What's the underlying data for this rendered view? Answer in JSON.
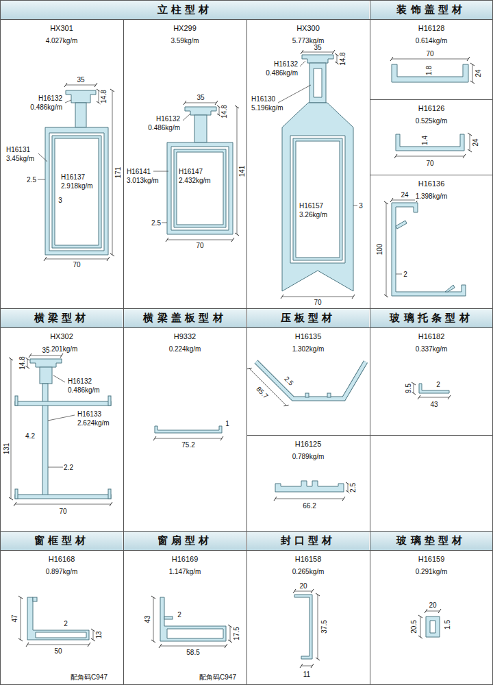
{
  "diagram": {
    "nodes": [
      {
        "text": [
          "立柱型材"
        ]
      },
      {
        "text": [
          "HX301",
          "4.027kg/m"
        ],
        "in": 0
      },
      {
        "text": [
          "HX299",
          "3.59kg/m"
        ],
        "in": 0
      },
      {
        "text": [
          "HX300",
          "5.773kg/m"
        ],
        "in": 0
      },
      {
        "text": [
          "装饰盖型材"
        ]
      },
      {
        "text": [
          "H16128",
          "0.614kg/m"
        ],
        "in": 4
      },
      {
        "text": [
          "H16126",
          "0.525kg/m"
        ],
        "in": 4
      },
      {
        "text": [
          "H16136",
          "1.398kg/m"
        ],
        "in": 4
      },
      {
        "text": [
          "横梁型材"
        ]
      },
      {
        "text": [
          "HX302",
          "3.201kg/m"
        ],
        "in": 8
      },
      {
        "text": [
          "横梁盖板型材"
        ]
      },
      {
        "text": [
          "H9332",
          "0.224kg/m"
        ],
        "in": 10
      },
      {
        "text": [
          "压板型材"
        ]
      },
      {
        "text": [
          "H16135",
          "1.302kg/m"
        ],
        "in": 12
      },
      {
        "text": [
          "H16125",
          "0.789kg/m"
        ],
        "in": 12
      },
      {
        "text": [
          "玻璃托条型材"
        ]
      },
      {
        "text": [
          "H16182",
          "0.337kg/m"
        ],
        "in": 15
      },
      {
        "text": [
          "窗框型材"
        ]
      },
      {
        "text": [
          "H16168",
          "0.897kg/m"
        ],
        "in": 17
      },
      {
        "text": [
          "窗扇型材"
        ]
      },
      {
        "text": [
          "H16169",
          "1.147kg/m"
        ],
        "in": 19
      },
      {
        "text": [
          "封口型材"
        ]
      },
      {
        "text": [
          "H16158",
          "0.265kg/m"
        ],
        "in": 21
      },
      {
        "text": [
          "玻璃垫型材"
        ]
      },
      {
        "text": [
          "H16159",
          "0.291kg/m"
        ],
        "in": 23
      }
    ],
    "labels": [
      "35",
      "H16132",
      "0.486kg/m",
      "14.8",
      "H16131",
      "3.45kg/m",
      "171",
      "H16137",
      "2.918kg/m",
      "2.5",
      "3",
      "70",
      "35",
      "H16132",
      "0.486kg/m",
      "14.8",
      "141",
      "H16141",
      "3.013kg/m",
      "H16147",
      "2.432kg/m",
      "2.5",
      "70",
      "35",
      "H16132",
      "0.486kg/m",
      "14.8",
      "H16130",
      "5.196kg/m",
      "H16157",
      "3.26kg/m",
      "3",
      "70",
      "70",
      "1.8",
      "24",
      "1.4",
      "24",
      "70",
      "24",
      "100",
      "2",
      "35",
      "14.8",
      "H16132",
      "0.486kg/m",
      "H16133",
      "2.624kg/m",
      "131",
      "4.2",
      "2.2",
      "70",
      "1",
      "75.2",
      "2.5",
      "85.7",
      "2.5",
      "66.2",
      "9.5",
      "2",
      "43",
      "47",
      "2",
      "13",
      "50",
      "配角码C947",
      "43",
      "2",
      "17.5",
      "58.5",
      "配角码C947",
      "20",
      "37.5",
      "11",
      "20",
      "20.5",
      "1.5"
    ]
  }
}
